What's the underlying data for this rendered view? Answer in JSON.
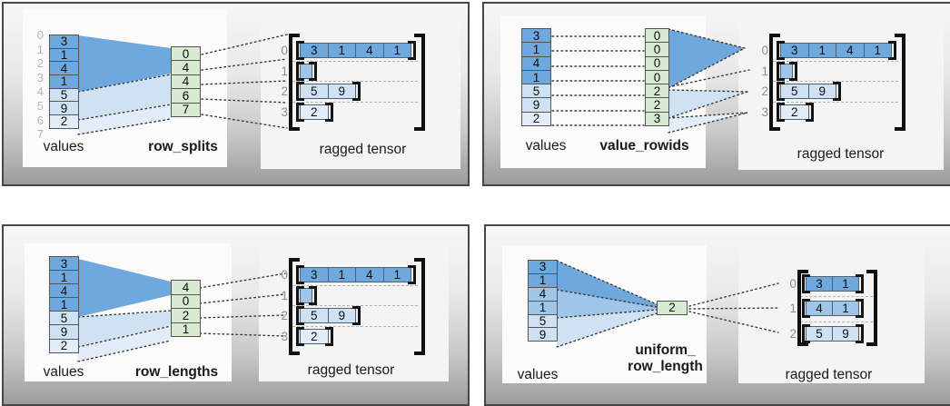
{
  "palette": {
    "blue_dark": "#6fa8dc",
    "blue_medium": "#9fc5e8",
    "blue_light": "#cfe2f3",
    "blue_faint": "#e2edf9",
    "green": "#d9ead3",
    "bracket_black": "#0f0f0f",
    "panel_gradient_top": "#f7f7f7",
    "panel_gradient_bottom": "#9c9c9c"
  },
  "quadrants": [
    {
      "name": "row_splits",
      "values_label": "values",
      "encoding_label": "row_splits",
      "ragged_label": "ragged tensor",
      "value_indices": [
        "0",
        "1",
        "2",
        "3",
        "4",
        "5",
        "6",
        "7"
      ],
      "values": [
        {
          "v": "3",
          "shade": "blue_dark"
        },
        {
          "v": "1",
          "shade": "blue_dark"
        },
        {
          "v": "4",
          "shade": "blue_dark"
        },
        {
          "v": "1",
          "shade": "blue_dark"
        },
        {
          "v": "5",
          "shade": "blue_light"
        },
        {
          "v": "9",
          "shade": "blue_light"
        },
        {
          "v": "2",
          "shade": "blue_faint"
        }
      ],
      "encoding": [
        {
          "v": "0"
        },
        {
          "v": "4"
        },
        {
          "v": "4"
        },
        {
          "v": "6"
        },
        {
          "v": "7"
        }
      ],
      "rows": [
        {
          "index": "0",
          "cells": [
            {
              "v": "3",
              "shade": "blue_dark"
            },
            {
              "v": "1",
              "shade": "blue_dark"
            },
            {
              "v": "4",
              "shade": "blue_dark"
            },
            {
              "v": "1",
              "shade": "blue_dark"
            }
          ]
        },
        {
          "index": "1",
          "cells": [
            {
              "v": "",
              "shade": "blue_medium"
            }
          ]
        },
        {
          "index": "2",
          "cells": [
            {
              "v": "5",
              "shade": "blue_light"
            },
            {
              "v": "9",
              "shade": "blue_light"
            }
          ]
        },
        {
          "index": "3",
          "cells": [
            {
              "v": "2",
              "shade": "blue_faint"
            }
          ]
        }
      ]
    },
    {
      "name": "value_rowids",
      "values_label": "values",
      "encoding_label": "value_rowids",
      "ragged_label": "ragged tensor",
      "values": [
        {
          "v": "3",
          "shade": "blue_dark"
        },
        {
          "v": "1",
          "shade": "blue_dark"
        },
        {
          "v": "4",
          "shade": "blue_dark"
        },
        {
          "v": "1",
          "shade": "blue_dark"
        },
        {
          "v": "5",
          "shade": "blue_light"
        },
        {
          "v": "9",
          "shade": "blue_light"
        },
        {
          "v": "2",
          "shade": "blue_faint"
        }
      ],
      "encoding": [
        {
          "v": "0"
        },
        {
          "v": "0"
        },
        {
          "v": "0"
        },
        {
          "v": "0"
        },
        {
          "v": "2"
        },
        {
          "v": "2"
        },
        {
          "v": "3"
        }
      ],
      "rows": [
        {
          "index": "0",
          "cells": [
            {
              "v": "3",
              "shade": "blue_dark"
            },
            {
              "v": "1",
              "shade": "blue_dark"
            },
            {
              "v": "4",
              "shade": "blue_dark"
            },
            {
              "v": "1",
              "shade": "blue_dark"
            }
          ]
        },
        {
          "index": "1",
          "cells": [
            {
              "v": "",
              "shade": "blue_medium"
            }
          ]
        },
        {
          "index": "2",
          "cells": [
            {
              "v": "5",
              "shade": "blue_light"
            },
            {
              "v": "9",
              "shade": "blue_light"
            }
          ]
        },
        {
          "index": "3",
          "cells": [
            {
              "v": "2",
              "shade": "blue_faint"
            }
          ]
        }
      ]
    },
    {
      "name": "row_lengths",
      "values_label": "values",
      "encoding_label": "row_lengths",
      "ragged_label": "ragged tensor",
      "values": [
        {
          "v": "3",
          "shade": "blue_dark"
        },
        {
          "v": "1",
          "shade": "blue_dark"
        },
        {
          "v": "4",
          "shade": "blue_dark"
        },
        {
          "v": "1",
          "shade": "blue_dark"
        },
        {
          "v": "5",
          "shade": "blue_light"
        },
        {
          "v": "9",
          "shade": "blue_light"
        },
        {
          "v": "2",
          "shade": "blue_faint"
        }
      ],
      "encoding": [
        {
          "v": "4"
        },
        {
          "v": "0"
        },
        {
          "v": "2"
        },
        {
          "v": "1"
        }
      ],
      "rows": [
        {
          "index": "0",
          "cells": [
            {
              "v": "3",
              "shade": "blue_dark"
            },
            {
              "v": "1",
              "shade": "blue_dark"
            },
            {
              "v": "4",
              "shade": "blue_dark"
            },
            {
              "v": "1",
              "shade": "blue_dark"
            }
          ]
        },
        {
          "index": "1",
          "cells": [
            {
              "v": "",
              "shade": "blue_medium"
            }
          ]
        },
        {
          "index": "2",
          "cells": [
            {
              "v": "5",
              "shade": "blue_light"
            },
            {
              "v": "9",
              "shade": "blue_light"
            }
          ]
        },
        {
          "index": "3",
          "cells": [
            {
              "v": "2",
              "shade": "blue_faint"
            }
          ]
        }
      ]
    },
    {
      "name": "uniform_row_length",
      "values_label": "values",
      "encoding_label": "uniform_",
      "encoding_label_line2": "row_length",
      "ragged_label": "ragged tensor",
      "values": [
        {
          "v": "3",
          "shade": "blue_dark"
        },
        {
          "v": "1",
          "shade": "blue_dark"
        },
        {
          "v": "4",
          "shade": "blue_medium"
        },
        {
          "v": "1",
          "shade": "blue_medium"
        },
        {
          "v": "5",
          "shade": "blue_light"
        },
        {
          "v": "9",
          "shade": "blue_light"
        }
      ],
      "encoding": [
        {
          "v": "2"
        }
      ],
      "rows": [
        {
          "index": "0",
          "cells": [
            {
              "v": "3",
              "shade": "blue_dark"
            },
            {
              "v": "1",
              "shade": "blue_dark"
            }
          ]
        },
        {
          "index": "1",
          "cells": [
            {
              "v": "4",
              "shade": "blue_medium"
            },
            {
              "v": "1",
              "shade": "blue_medium"
            }
          ]
        },
        {
          "index": "2",
          "cells": [
            {
              "v": "5",
              "shade": "blue_light"
            },
            {
              "v": "9",
              "shade": "blue_light"
            }
          ]
        }
      ]
    }
  ]
}
